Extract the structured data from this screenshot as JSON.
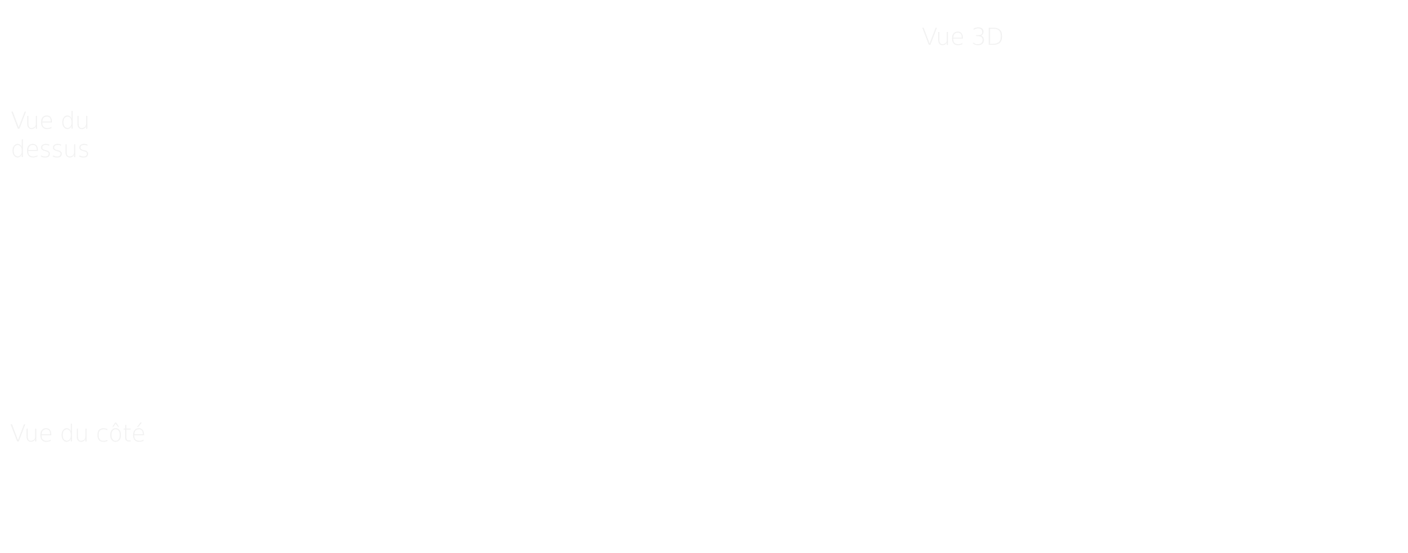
{
  "views": {
    "view_3d": {
      "label": "Vue 3D"
    },
    "view_top": {
      "label_line1": "Vue du",
      "label_line2": "dessus"
    },
    "view_side": {
      "label": "Vue du côté"
    }
  },
  "colors": {
    "background": "#ffffff",
    "label": "#f1f1f1"
  }
}
